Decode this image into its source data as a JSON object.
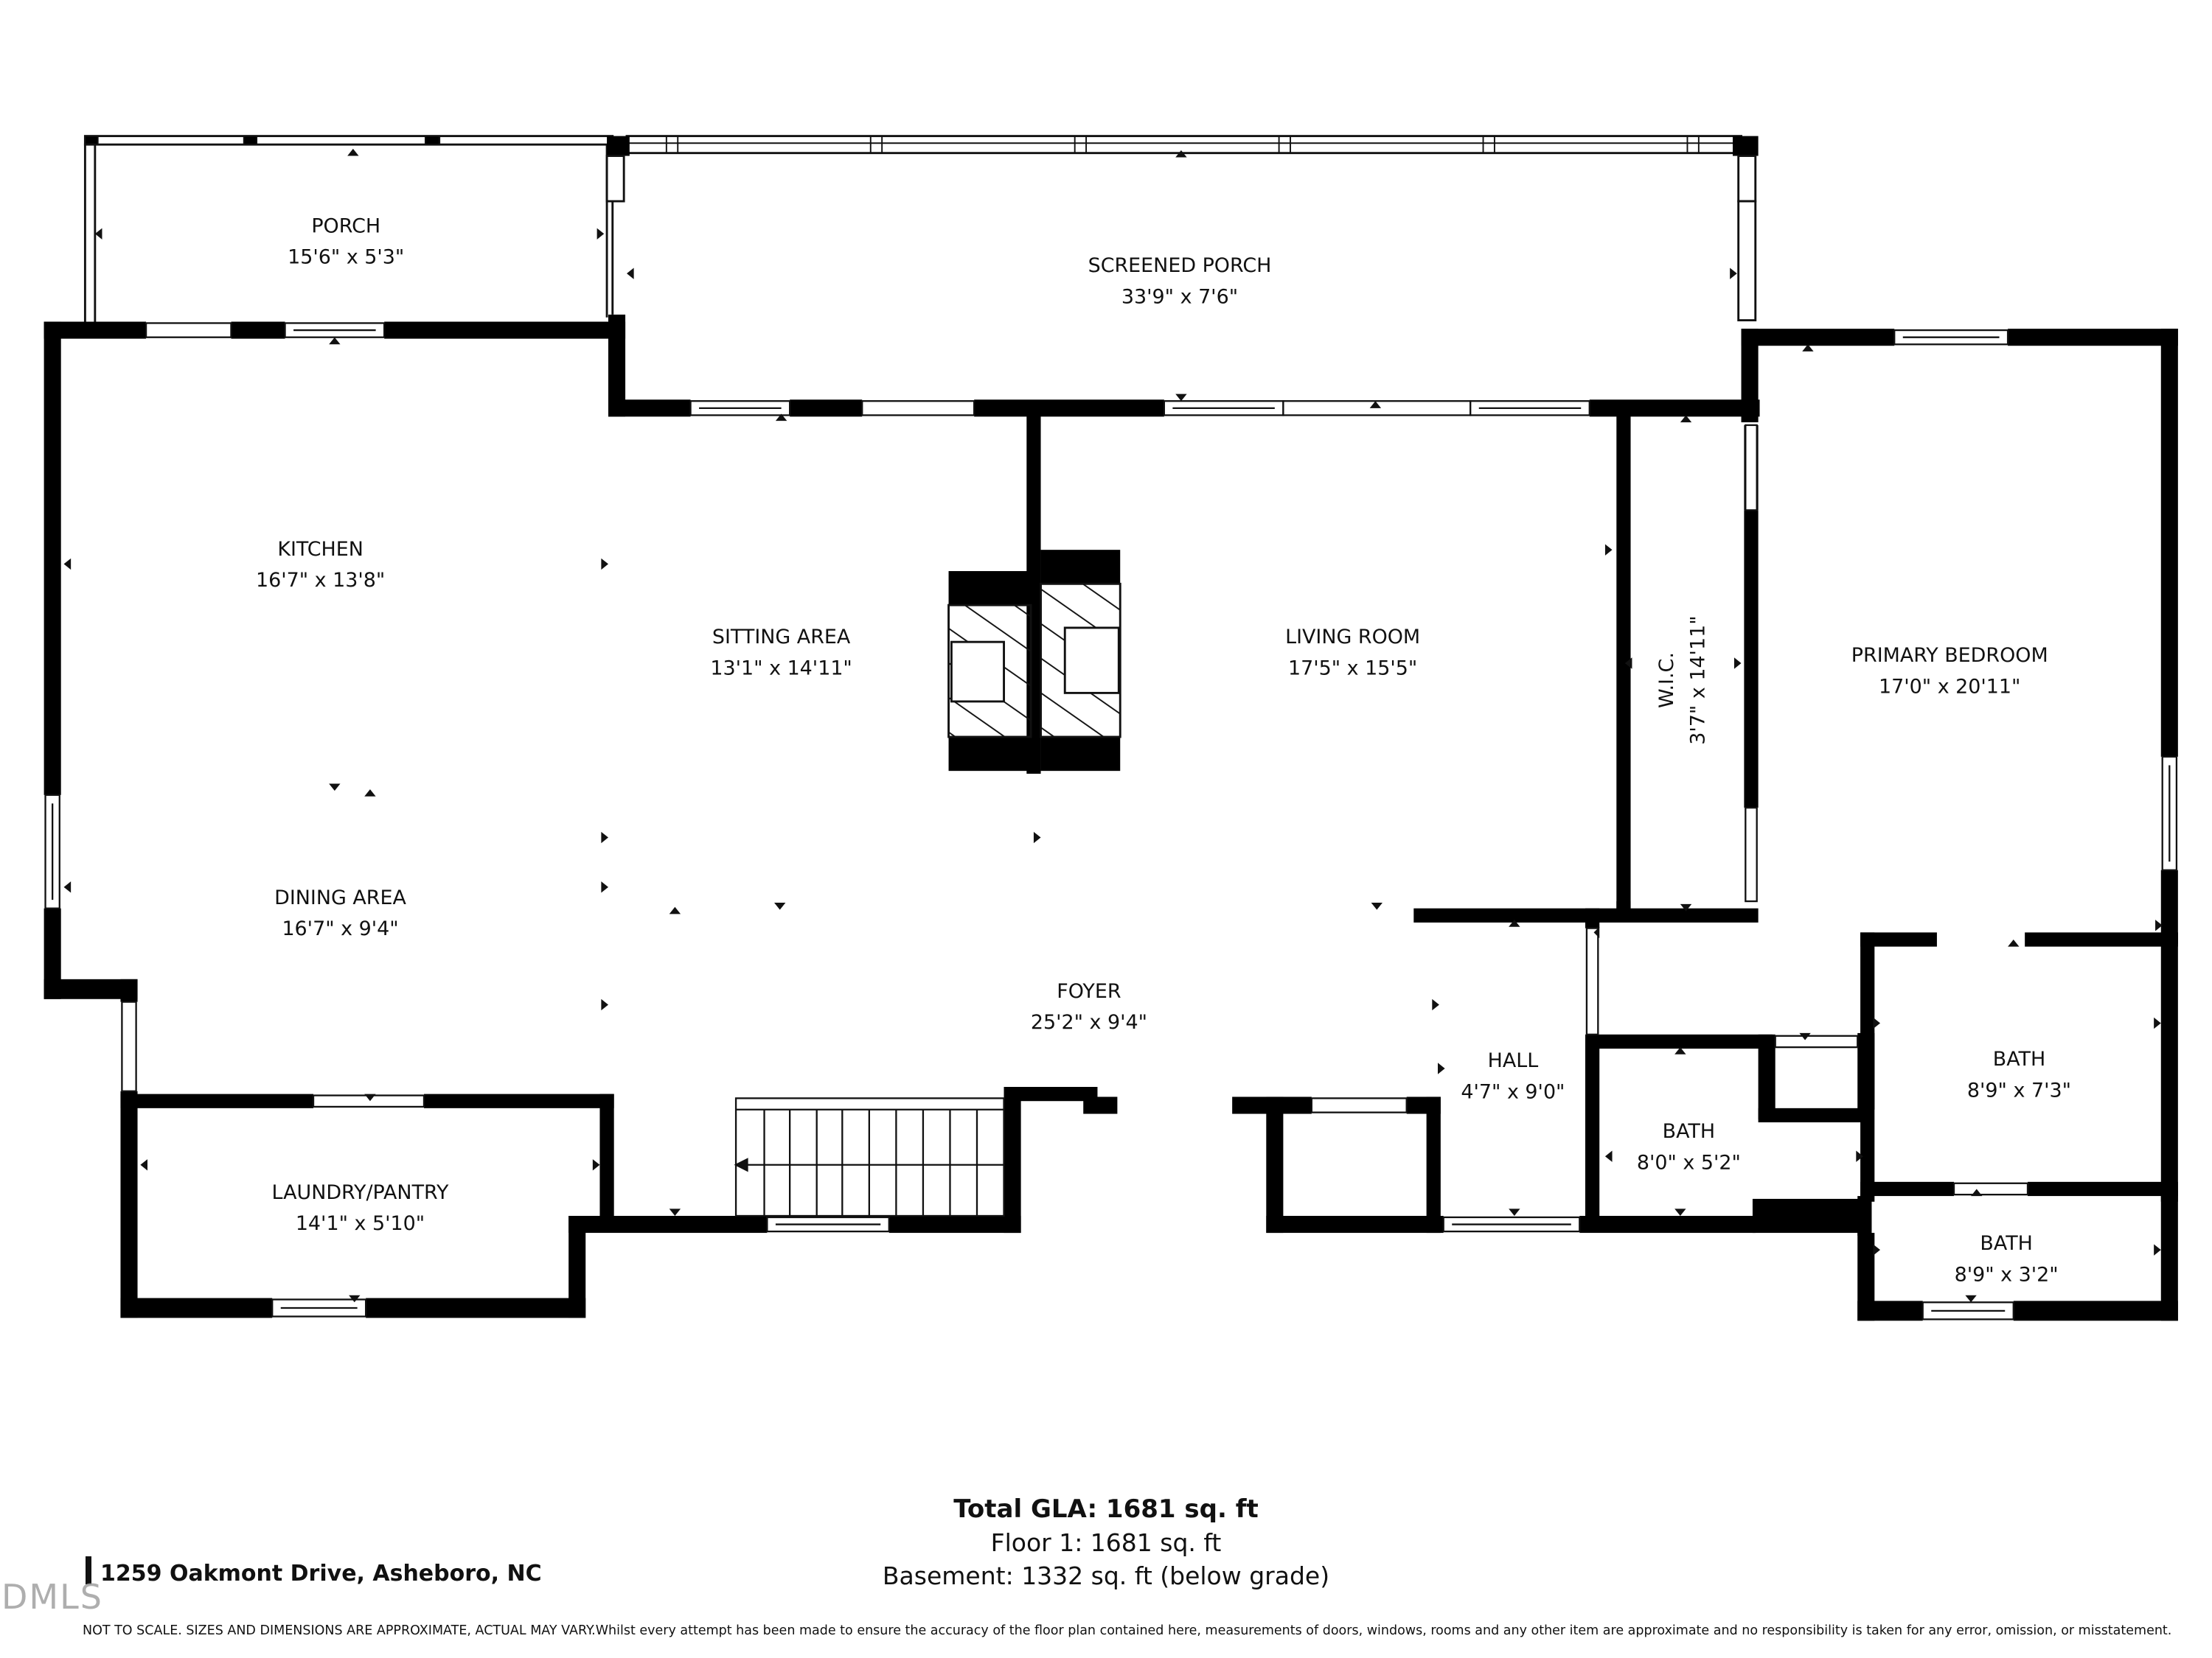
{
  "rooms": {
    "porch": {
      "name": "PORCH",
      "dims": "15'6\" x 5'3\""
    },
    "screened_porch": {
      "name": "SCREENED PORCH",
      "dims": "33'9\" x 7'6\""
    },
    "kitchen": {
      "name": "KITCHEN",
      "dims": "16'7\" x 13'8\""
    },
    "sitting_area": {
      "name": "SITTING AREA",
      "dims": "13'1\" x 14'11\""
    },
    "living_room": {
      "name": "LIVING ROOM",
      "dims": "17'5\" x 15'5\""
    },
    "wic": {
      "name": "W.I.C.",
      "dims": "3'7\" x 14'11\""
    },
    "primary_bedroom": {
      "name": "PRIMARY BEDROOM",
      "dims": "17'0\" x 20'11\""
    },
    "dining_area": {
      "name": "DINING AREA",
      "dims": "16'7\" x 9'4\""
    },
    "foyer": {
      "name": "FOYER",
      "dims": "25'2\" x 9'4\""
    },
    "hall": {
      "name": "HALL",
      "dims": "4'7\" x 9'0\""
    },
    "bath_primary": {
      "name": "BATH",
      "dims": "8'9\" x 7'3\""
    },
    "bath_hall": {
      "name": "BATH",
      "dims": "8'0\" x 5'2\""
    },
    "bath_small": {
      "name": "BATH",
      "dims": "8'9\" x 3'2\""
    },
    "laundry": {
      "name": "LAUNDRY/PANTRY",
      "dims": "14'1\" x 5'10\""
    }
  },
  "summary": {
    "total_gla": "Total GLA: 1681 sq. ft",
    "floor1": "Floor 1: 1681 sq. ft",
    "basement": "Basement: 1332 sq. ft (below grade)"
  },
  "address": "1259 Oakmont Drive, Asheboro, NC",
  "logo_text": "DMLS",
  "disclaimer": "NOT TO SCALE. SIZES AND DIMENSIONS ARE APPROXIMATE, ACTUAL MAY VARY.Whilst every attempt has been made to ensure the accuracy of the floor plan contained here, measurements of doors, windows, rooms and any other item are approximate and no responsibility is taken for any error, omission, or misstatement.",
  "colors": {
    "wall": "#000000",
    "background": "#ffffff",
    "text": "#111111"
  }
}
